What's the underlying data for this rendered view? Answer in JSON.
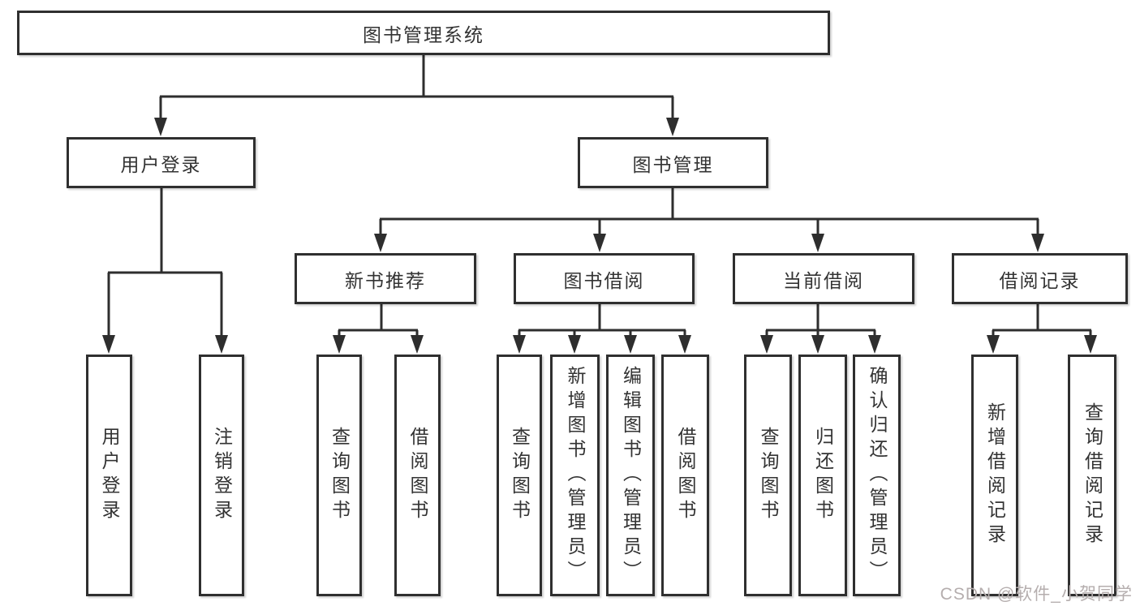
{
  "diagram": {
    "root": "图书管理系统",
    "level2": [
      "用户登录",
      "图书管理"
    ],
    "level3": [
      "新书推荐",
      "图书借阅",
      "当前借阅",
      "借阅记录"
    ],
    "leaves": [
      "用户登录",
      "注销登录",
      "查询图书",
      "借阅图书",
      "查询图书",
      "新增图书（管理员）",
      "编辑图书（管理员）",
      "借阅图书",
      "查询图书",
      "归还图书",
      "确认归还（管理员）",
      "新增借阅记录",
      "查询借阅记录"
    ]
  },
  "watermark": "CSDN @软件_小贺同学",
  "colors": {
    "line": "#2e2e2e",
    "box_border": "#2f2f2f",
    "box_background": "#ffffff",
    "text": "#333333",
    "watermark_text": "#b5aeae"
  }
}
